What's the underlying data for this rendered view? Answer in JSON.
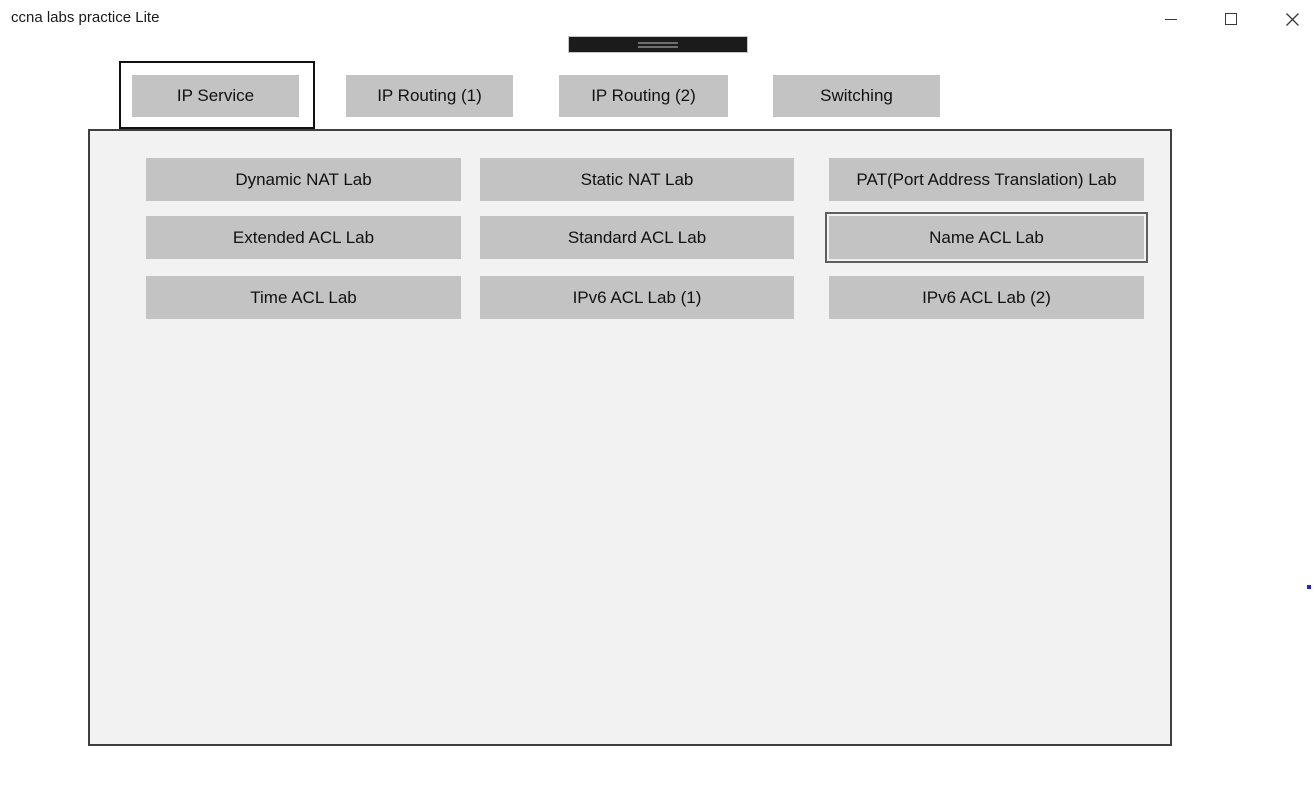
{
  "window": {
    "title": "ccna labs practice Lite",
    "controls": [
      {
        "name": "minimize"
      },
      {
        "name": "maximize"
      },
      {
        "name": "close"
      }
    ]
  },
  "icons": {
    "minimize": "—",
    "maximize": "□",
    "close": "✕",
    "grip": "═"
  },
  "tabs": [
    {
      "label": "IP Service",
      "selected": true
    },
    {
      "label": "IP Routing (1)",
      "selected": false
    },
    {
      "label": "IP Routing (2)",
      "selected": false
    },
    {
      "label": "Switching",
      "selected": false
    }
  ],
  "lab_buttons": [
    {
      "label": "Dynamic NAT Lab",
      "focused": false
    },
    {
      "label": "Static NAT Lab",
      "focused": false
    },
    {
      "label": "PAT(Port Address Translation) Lab",
      "focused": false
    },
    {
      "label": "Extended ACL Lab",
      "focused": false
    },
    {
      "label": "Standard ACL Lab",
      "focused": false
    },
    {
      "label": "Name ACL Lab",
      "focused": true
    },
    {
      "label": "Time ACL Lab",
      "focused": false
    },
    {
      "label": "IPv6 ACL Lab (1)",
      "focused": false
    },
    {
      "label": "IPv6 ACL Lab (2)",
      "focused": false
    }
  ],
  "colors": {
    "button_face": "#c3c3c3",
    "panel_bg": "#f2f2f2",
    "panel_border": "#3f3f3f",
    "selected_tab_border": "#111111",
    "focus_border": "#5f5f5f",
    "dark_bar_bg": "#1b1b1b",
    "text": "#111111",
    "blue_dot": "#2323dd"
  }
}
